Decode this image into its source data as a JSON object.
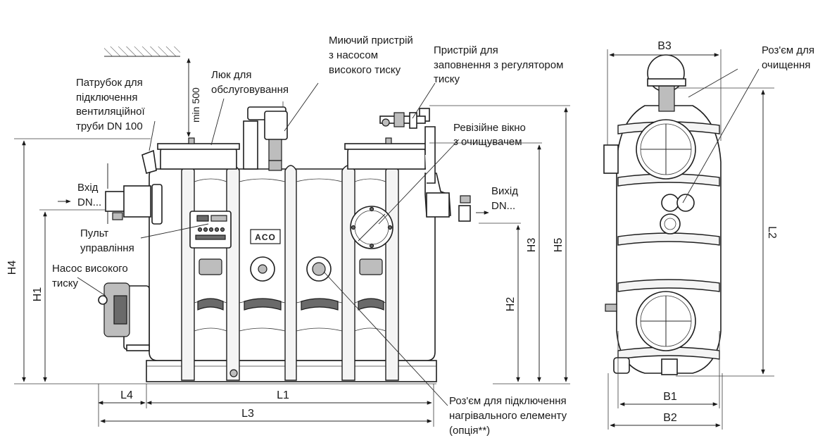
{
  "labels": {
    "vent_pipe": [
      "Патрубок для",
      "підключення",
      "вентиляційної",
      "труби DN 100"
    ],
    "service_hatch": [
      "Люк для",
      "обслуговування"
    ],
    "min_clearance": "min 500",
    "washing_device": [
      "Миючий пристрій",
      "з насосом",
      "високого тиску"
    ],
    "filling_device": [
      "Пристрій для",
      "заповнення з регулятором",
      "тиску"
    ],
    "inspection_window": [
      "Ревізійне вікно",
      "з очищувачем"
    ],
    "inlet": [
      "Вхід",
      "DN..."
    ],
    "outlet": [
      "Вихід",
      "DN..."
    ],
    "control_panel": [
      "Пульт",
      "управління"
    ],
    "hp_pump": [
      "Насос високого",
      "тиску"
    ],
    "heater_connector": [
      "Роз'єм для підключення",
      "нагрівального елементу",
      "(опція**)"
    ],
    "cleaning_connector": [
      "Роз'єм для",
      "очищення"
    ],
    "brand": "ACO"
  },
  "dimensions": {
    "H1": "H1",
    "H2": "H2",
    "H3": "H3",
    "H4": "H4",
    "H5": "H5",
    "L1": "L1",
    "L2": "L2",
    "L3": "L3",
    "L4": "L4",
    "B1": "B1",
    "B2": "B2",
    "B3": "B3"
  }
}
